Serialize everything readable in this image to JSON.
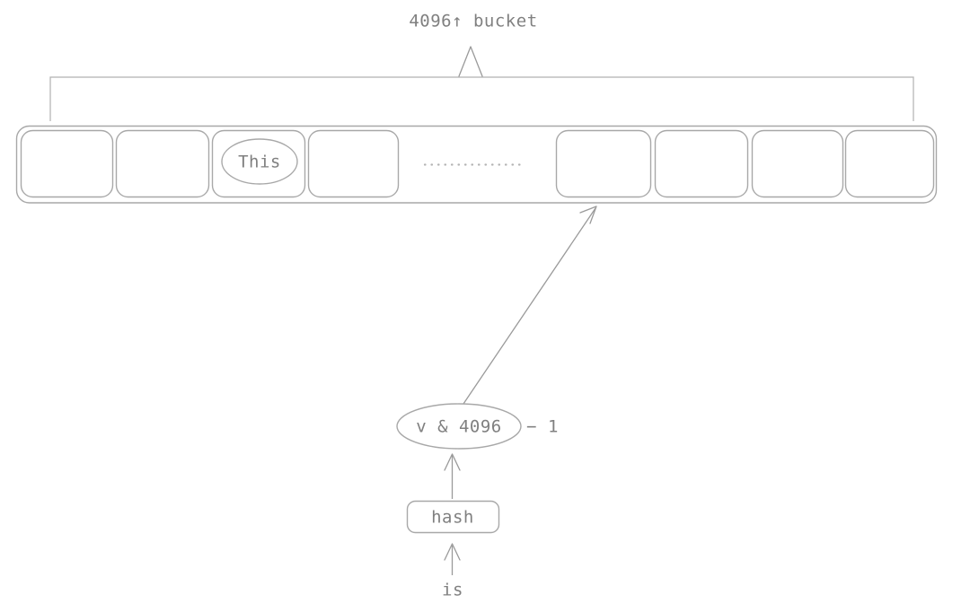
{
  "diagram": {
    "type": "hash-bucket-diagram",
    "title": "4096↑ bucket",
    "bucket_array": {
      "label": "4096↑ bucket",
      "cells": [
        {
          "index": 0,
          "content": ""
        },
        {
          "index": 1,
          "content": ""
        },
        {
          "index": 2,
          "content": "This"
        },
        {
          "index": 3,
          "content": ""
        },
        {
          "index": 4,
          "content": ""
        },
        {
          "index": 5,
          "content": ""
        },
        {
          "index": 6,
          "content": ""
        },
        {
          "index": 7,
          "content": ""
        }
      ],
      "ellipsis": "···············"
    },
    "index_expression": {
      "oval_text": "v & 4096",
      "suffix_text": "− 1",
      "full_text": "v & 4096 − 1"
    },
    "hash_node": {
      "label": "hash"
    },
    "input_node": {
      "label": "is"
    },
    "stored_value": {
      "label": "This"
    }
  },
  "colors": {
    "stroke": "#a8a8a8",
    "text": "#808080",
    "arrow": "#9a9a9a",
    "background": "#ffffff",
    "dots": "#b4b4b4"
  }
}
